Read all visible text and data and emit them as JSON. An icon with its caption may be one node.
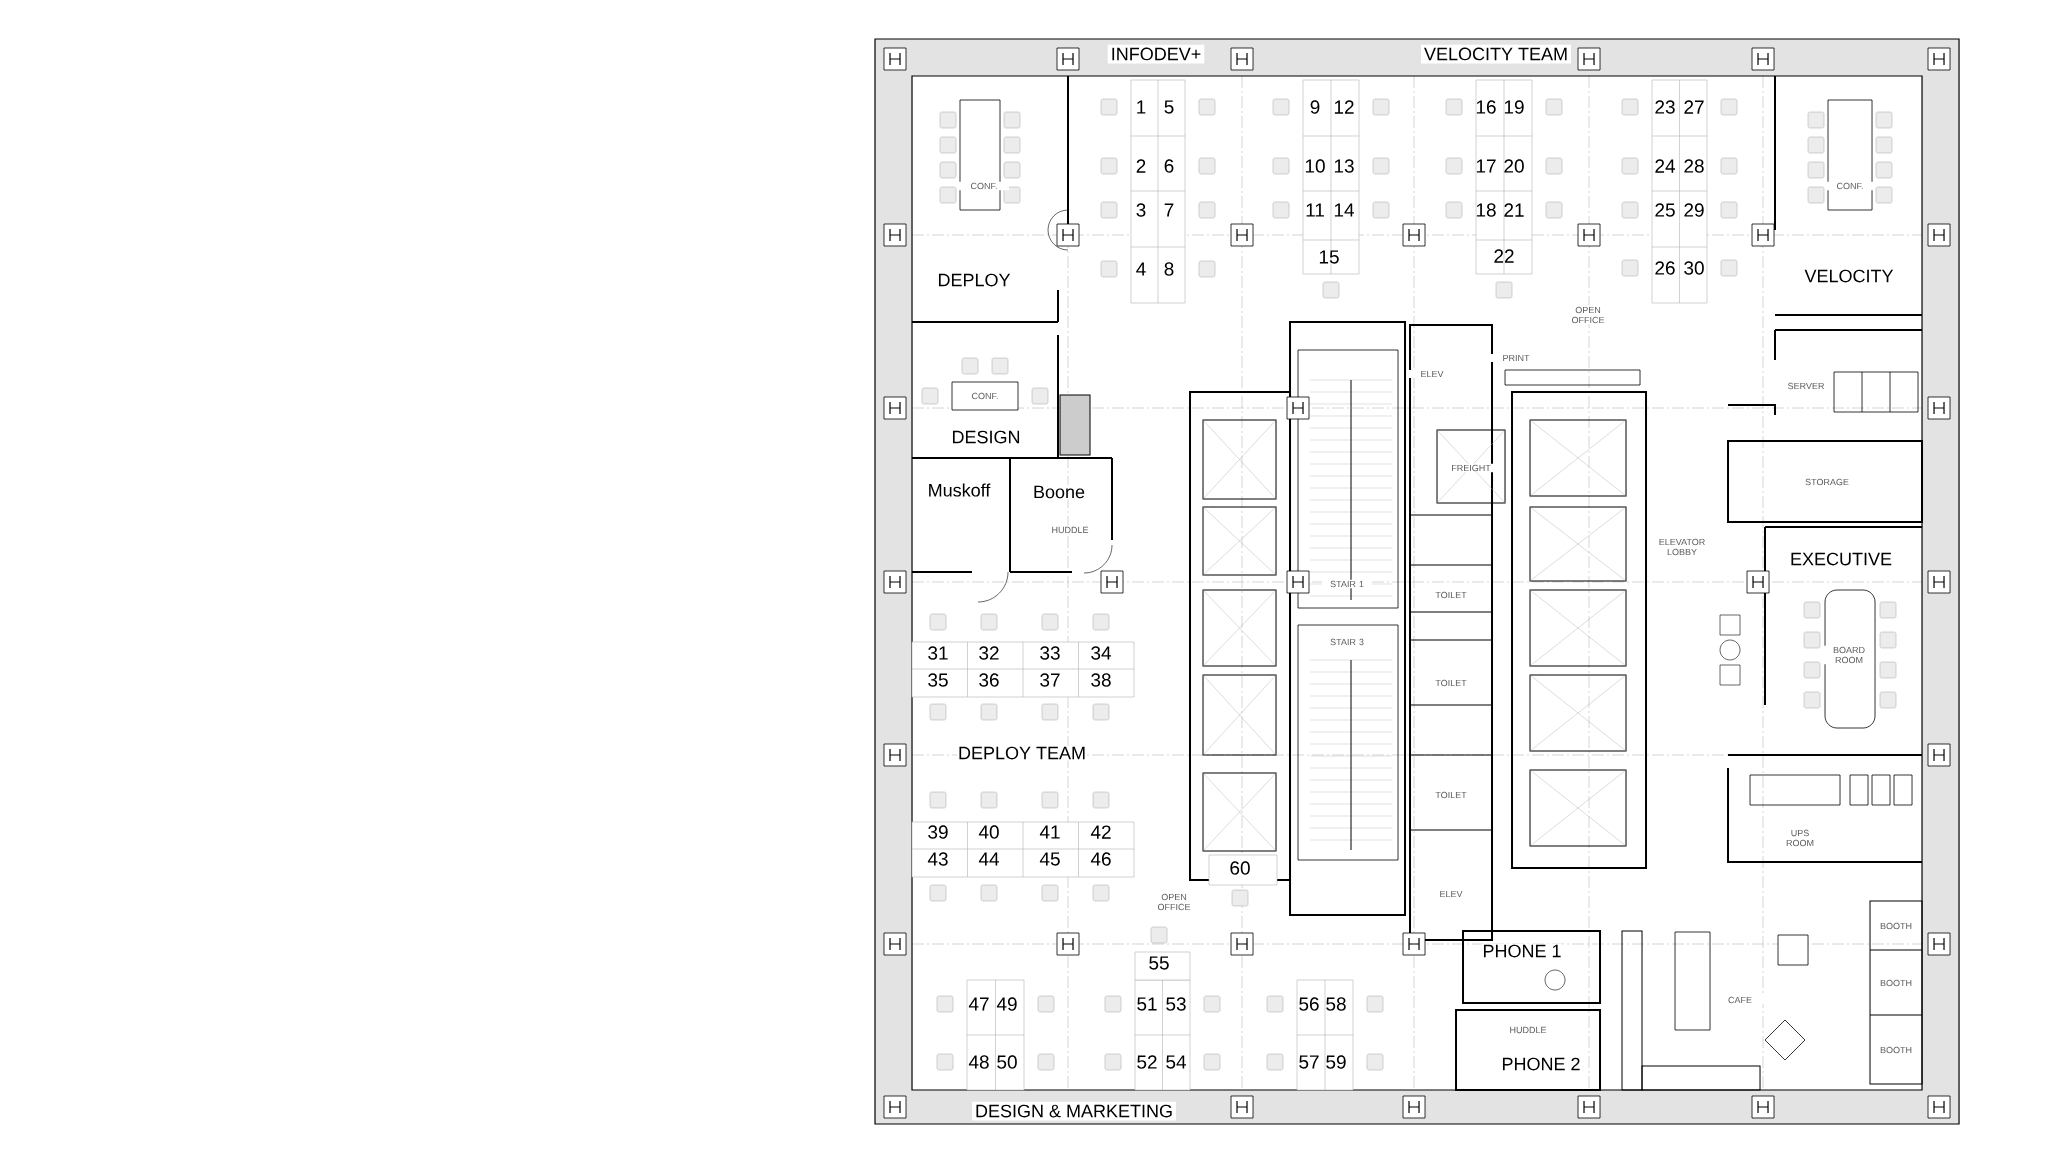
{
  "diagram": {
    "labels": [
      "INFODEV+",
      "VELOCITY TEAM",
      "1",
      "5",
      "9",
      "12",
      "16",
      "19",
      "23",
      "27",
      "2",
      "6",
      "10",
      "13",
      "17",
      "20",
      "24",
      "28",
      "CONF.",
      "CONF.",
      "3",
      "7",
      "11",
      "14",
      "18",
      "21",
      "25",
      "29",
      "4",
      "8",
      "15",
      "22",
      "26",
      "30",
      "DEPLOY",
      "VELOCITY",
      "OPEN OFFICE",
      "ELEV",
      "PRINT",
      "SERVER",
      "CONF.",
      "DESIGN",
      "FREIGHT",
      "Muskoff",
      "Boone",
      "STORAGE",
      "HUDDLE",
      "ELEVATOR LOBBY",
      "EXECUTIVE",
      "STAIR 1",
      "TOILET",
      "31",
      "32",
      "33",
      "34",
      "STAIR 3",
      "BOARD ROOM",
      "35",
      "36",
      "37",
      "38",
      "TOILET",
      "DEPLOY TEAM",
      "TOILET",
      "39",
      "40",
      "41",
      "42",
      "UPS ROOM",
      "43",
      "44",
      "45",
      "46",
      "60",
      "OPEN OFFICE",
      "ELEV",
      "BOOTH",
      "PHONE 1",
      "55",
      "BOOTH",
      "CAFE",
      "47",
      "49",
      "51",
      "53",
      "56",
      "58",
      "HUDDLE",
      "BOOTH",
      "48",
      "50",
      "52",
      "54",
      "57",
      "59",
      "PHONE 2",
      "DESIGN & MARKETING"
    ]
  }
}
